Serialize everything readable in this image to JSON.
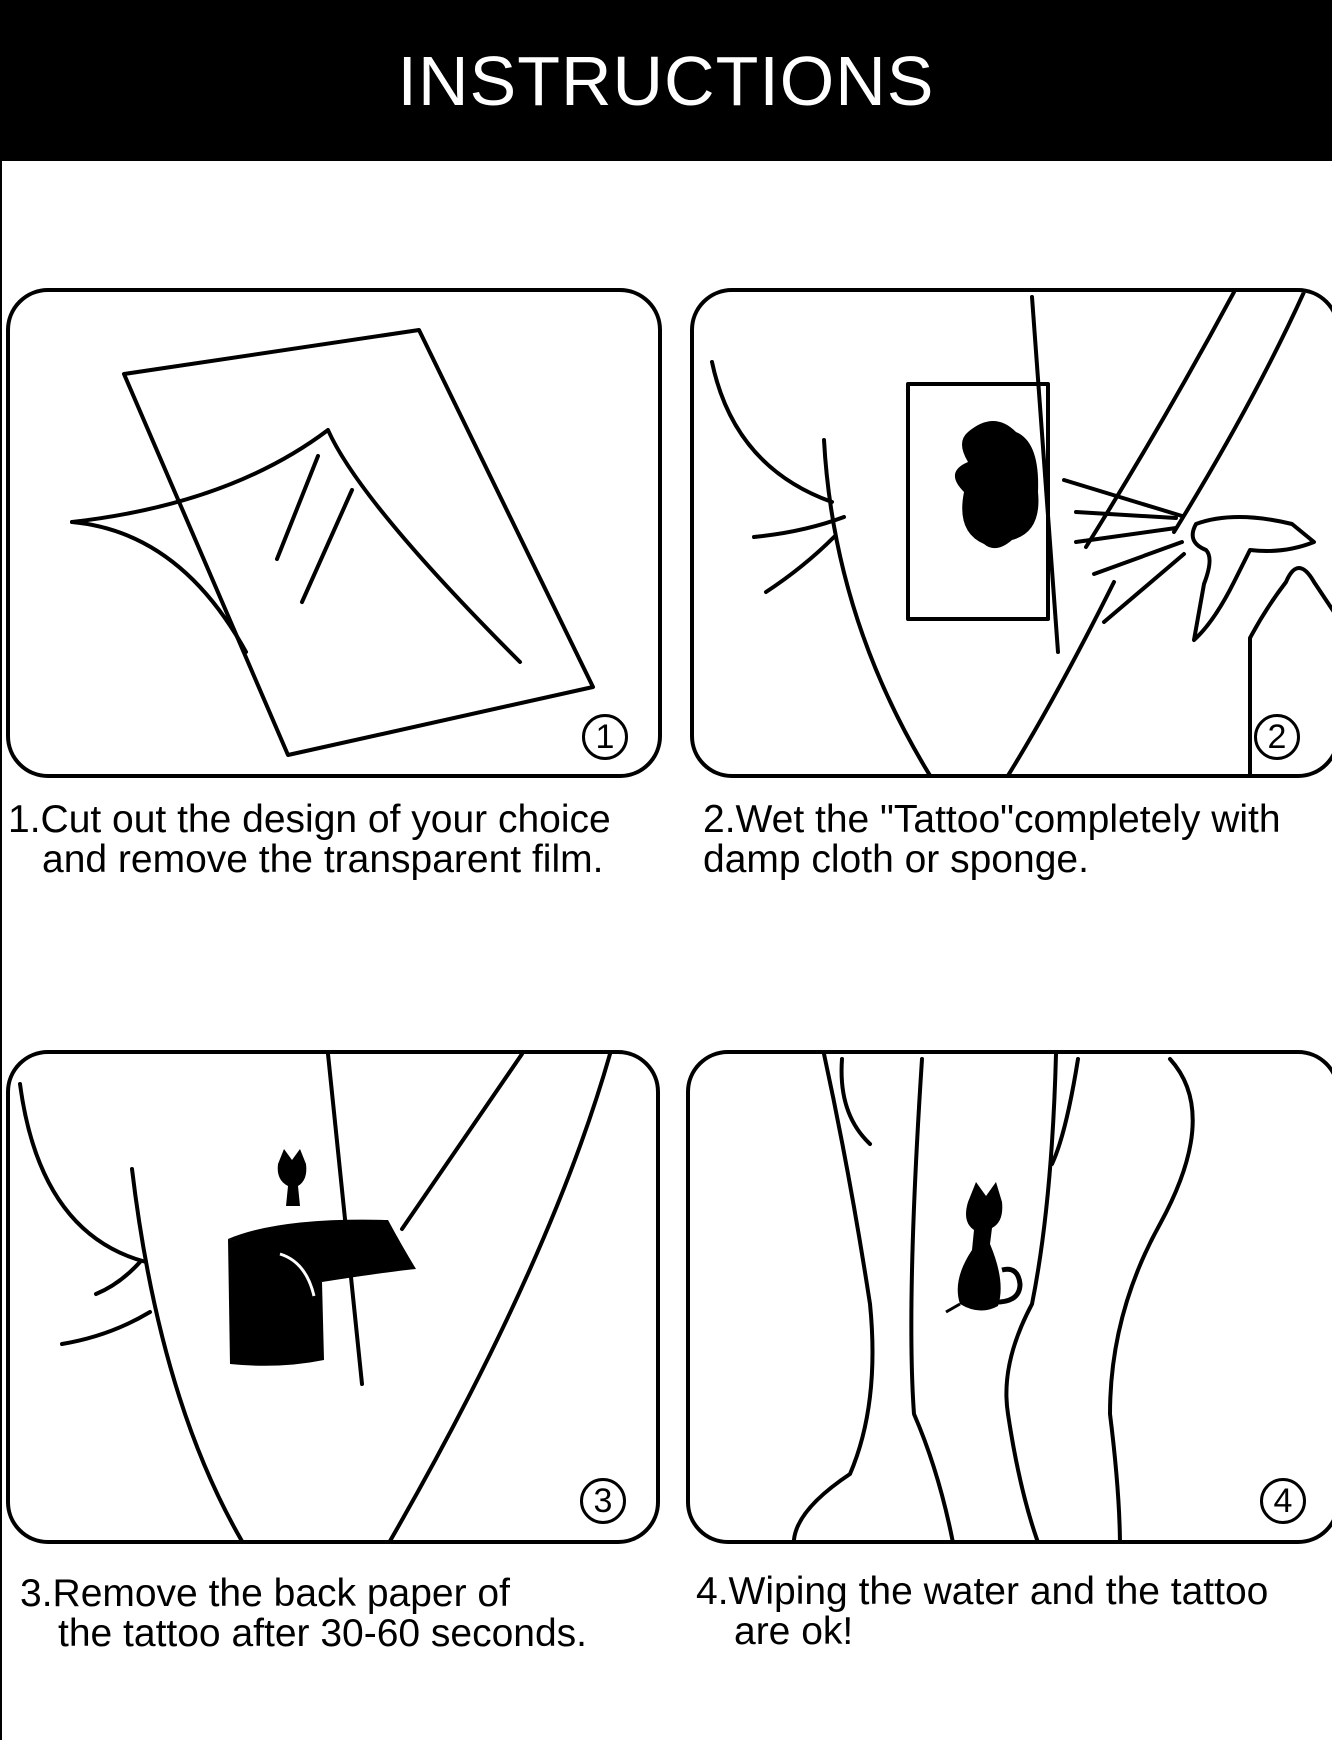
{
  "header": {
    "title": "INSTRUCTIONS"
  },
  "steps": [
    {
      "badge": "1",
      "line1": "1.Cut out the design of your choice",
      "line2": "and remove the transparent film."
    },
    {
      "badge": "2",
      "line1": "2.Wet the \"Tattoo\"completely with",
      "line2": "damp cloth or sponge."
    },
    {
      "badge": "3",
      "line1": "3.Remove the back paper of",
      "line2": "the tattoo after 30-60 seconds."
    },
    {
      "badge": "4",
      "line1": "4.Wiping the water and the tattoo",
      "line2": "are ok!"
    }
  ],
  "colors": {
    "header_background": "#000000",
    "header_text": "#ffffff",
    "line_art": "#000000",
    "background": "#ffffff"
  },
  "icons": [
    "transfer-sheet-icon",
    "spray-bottle-icon",
    "cat-tattoo-icon",
    "arm-icon"
  ]
}
